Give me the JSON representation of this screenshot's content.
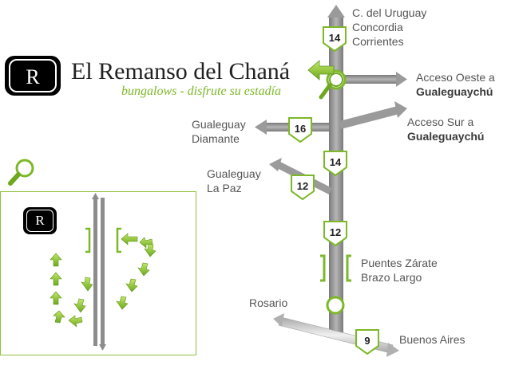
{
  "brand": {
    "logo_letter": "R",
    "name": "El Remanso del Chaná",
    "tagline": "bungalows - disfrute su estadía"
  },
  "routes": {
    "north": "14",
    "west_16": "16",
    "central_14": "14",
    "diagonal_12": "12",
    "south_12": "12",
    "buenos_aires_9": "9"
  },
  "destinations": {
    "north_line1": "C. del Uruguay",
    "north_line2": "Concordia",
    "north_line3": "Corrientes",
    "oeste_line1": "Acceso Oeste a",
    "oeste_line2": "Gualeguaychú",
    "sur_line1": "Acceso Sur a",
    "sur_line2": "Gualeguaychú",
    "gualeguay_diamante_line1": "Gualeguay",
    "gualeguay_diamante_line2": "Diamante",
    "gualeguay_lapaz_line1": "Gualeguay",
    "gualeguay_lapaz_line2": "La Paz",
    "puentes_line1": "Puentes Zárate",
    "puentes_line2": "Brazo Largo",
    "rosario": "Rosario",
    "buenos_aires": "Buenos Aires"
  },
  "inset": {
    "logo_letter": "R"
  },
  "colors": {
    "accent_green": "#7db828",
    "road_gray": "#8c8c8c",
    "road_light": "#c8c8c8",
    "label_gray": "#555555"
  },
  "icons": {
    "zoom": "magnifier-icon",
    "direction": "arrow-left-icon"
  }
}
